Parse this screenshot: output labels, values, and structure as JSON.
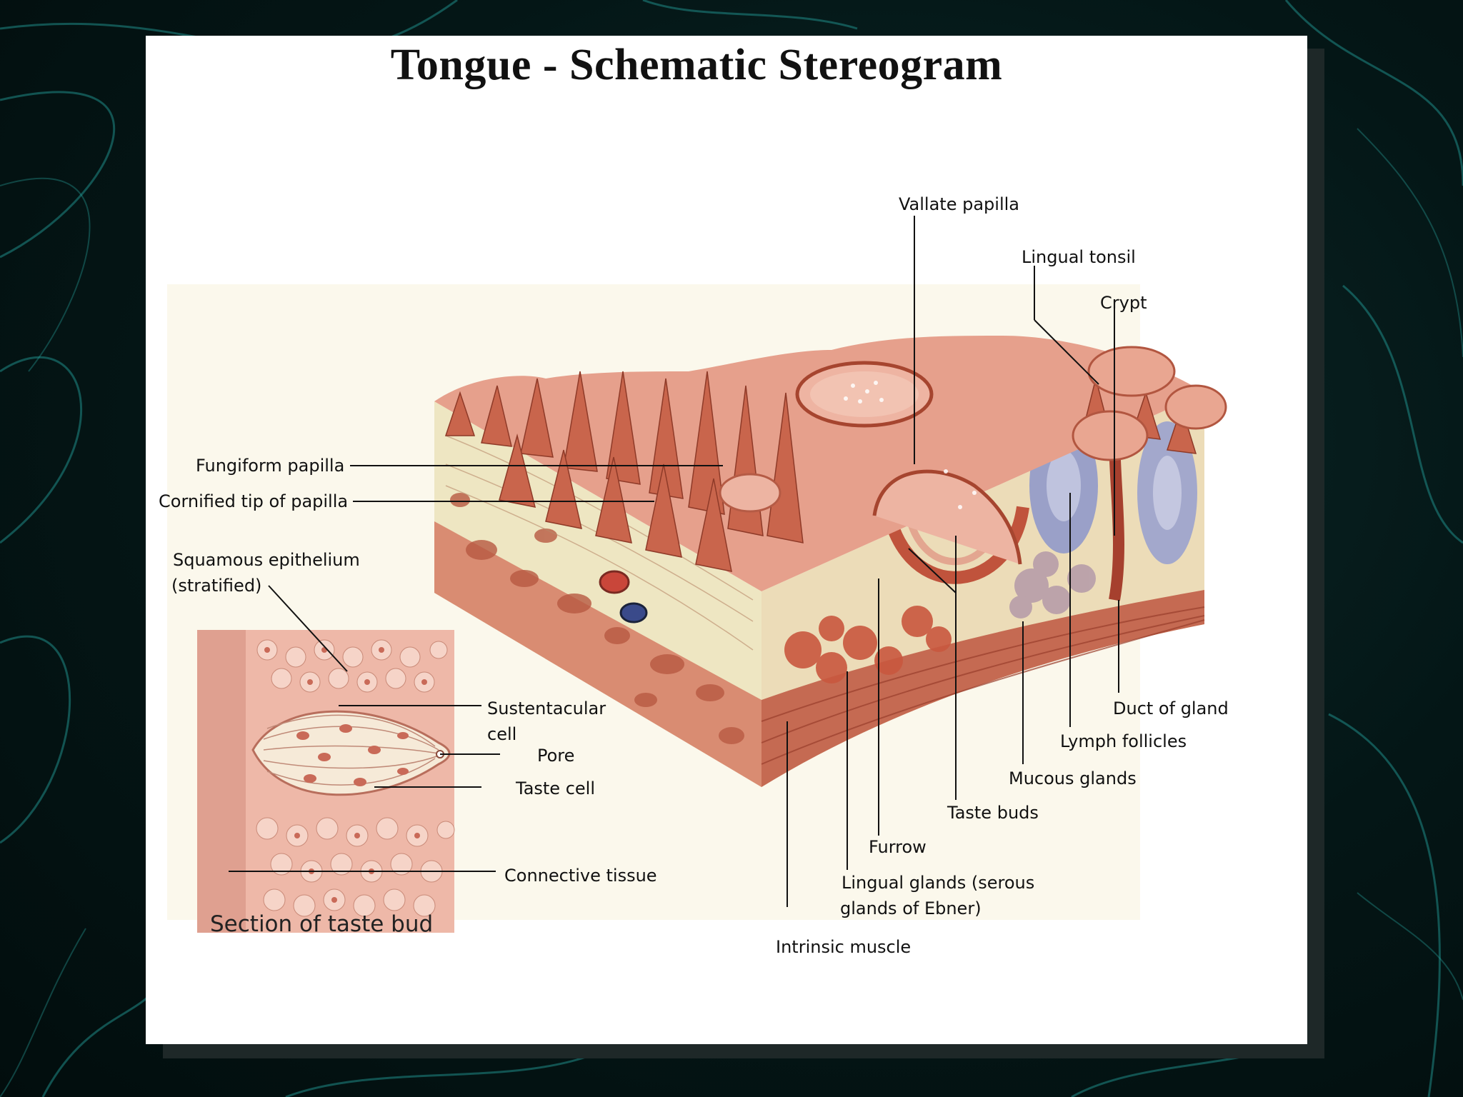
{
  "title": "Tongue - Schematic Stereogram",
  "labels": {
    "vallate_papilla": "Vallate papilla",
    "lingual_tonsil": "Lingual tonsil",
    "crypt": "Crypt",
    "fungiform_papilla": "Fungiform papilla",
    "cornified_tip": "Cornified tip of papilla",
    "squamous_epithelium_1": "Squamous epithelium",
    "squamous_epithelium_2": "(stratified)",
    "sustentacular_cell_1": "Sustentacular",
    "sustentacular_cell_2": "cell",
    "pore": "Pore",
    "taste_cell": "Taste cell",
    "connective_tissue": "Connective tissue",
    "duct_of_gland": "Duct of gland",
    "lymph_follicles": "Lymph follicles",
    "mucous_glands": "Mucous glands",
    "taste_buds": "Taste buds",
    "furrow": "Furrow",
    "lingual_glands_1": "Lingual glands (serous",
    "lingual_glands_2": "glands of Ebner)",
    "intrinsic_muscle": "Intrinsic muscle"
  },
  "inset_caption": "Section of taste bud",
  "colors": {
    "background": "#041616",
    "background_swirl": "#1f8a86",
    "slide": "#ffffff",
    "tissue_pink": "#e9a390",
    "tissue_dark": "#b8563f",
    "connective_beige": "#eee8c8",
    "lymph_blue": "#8a8fc0"
  }
}
